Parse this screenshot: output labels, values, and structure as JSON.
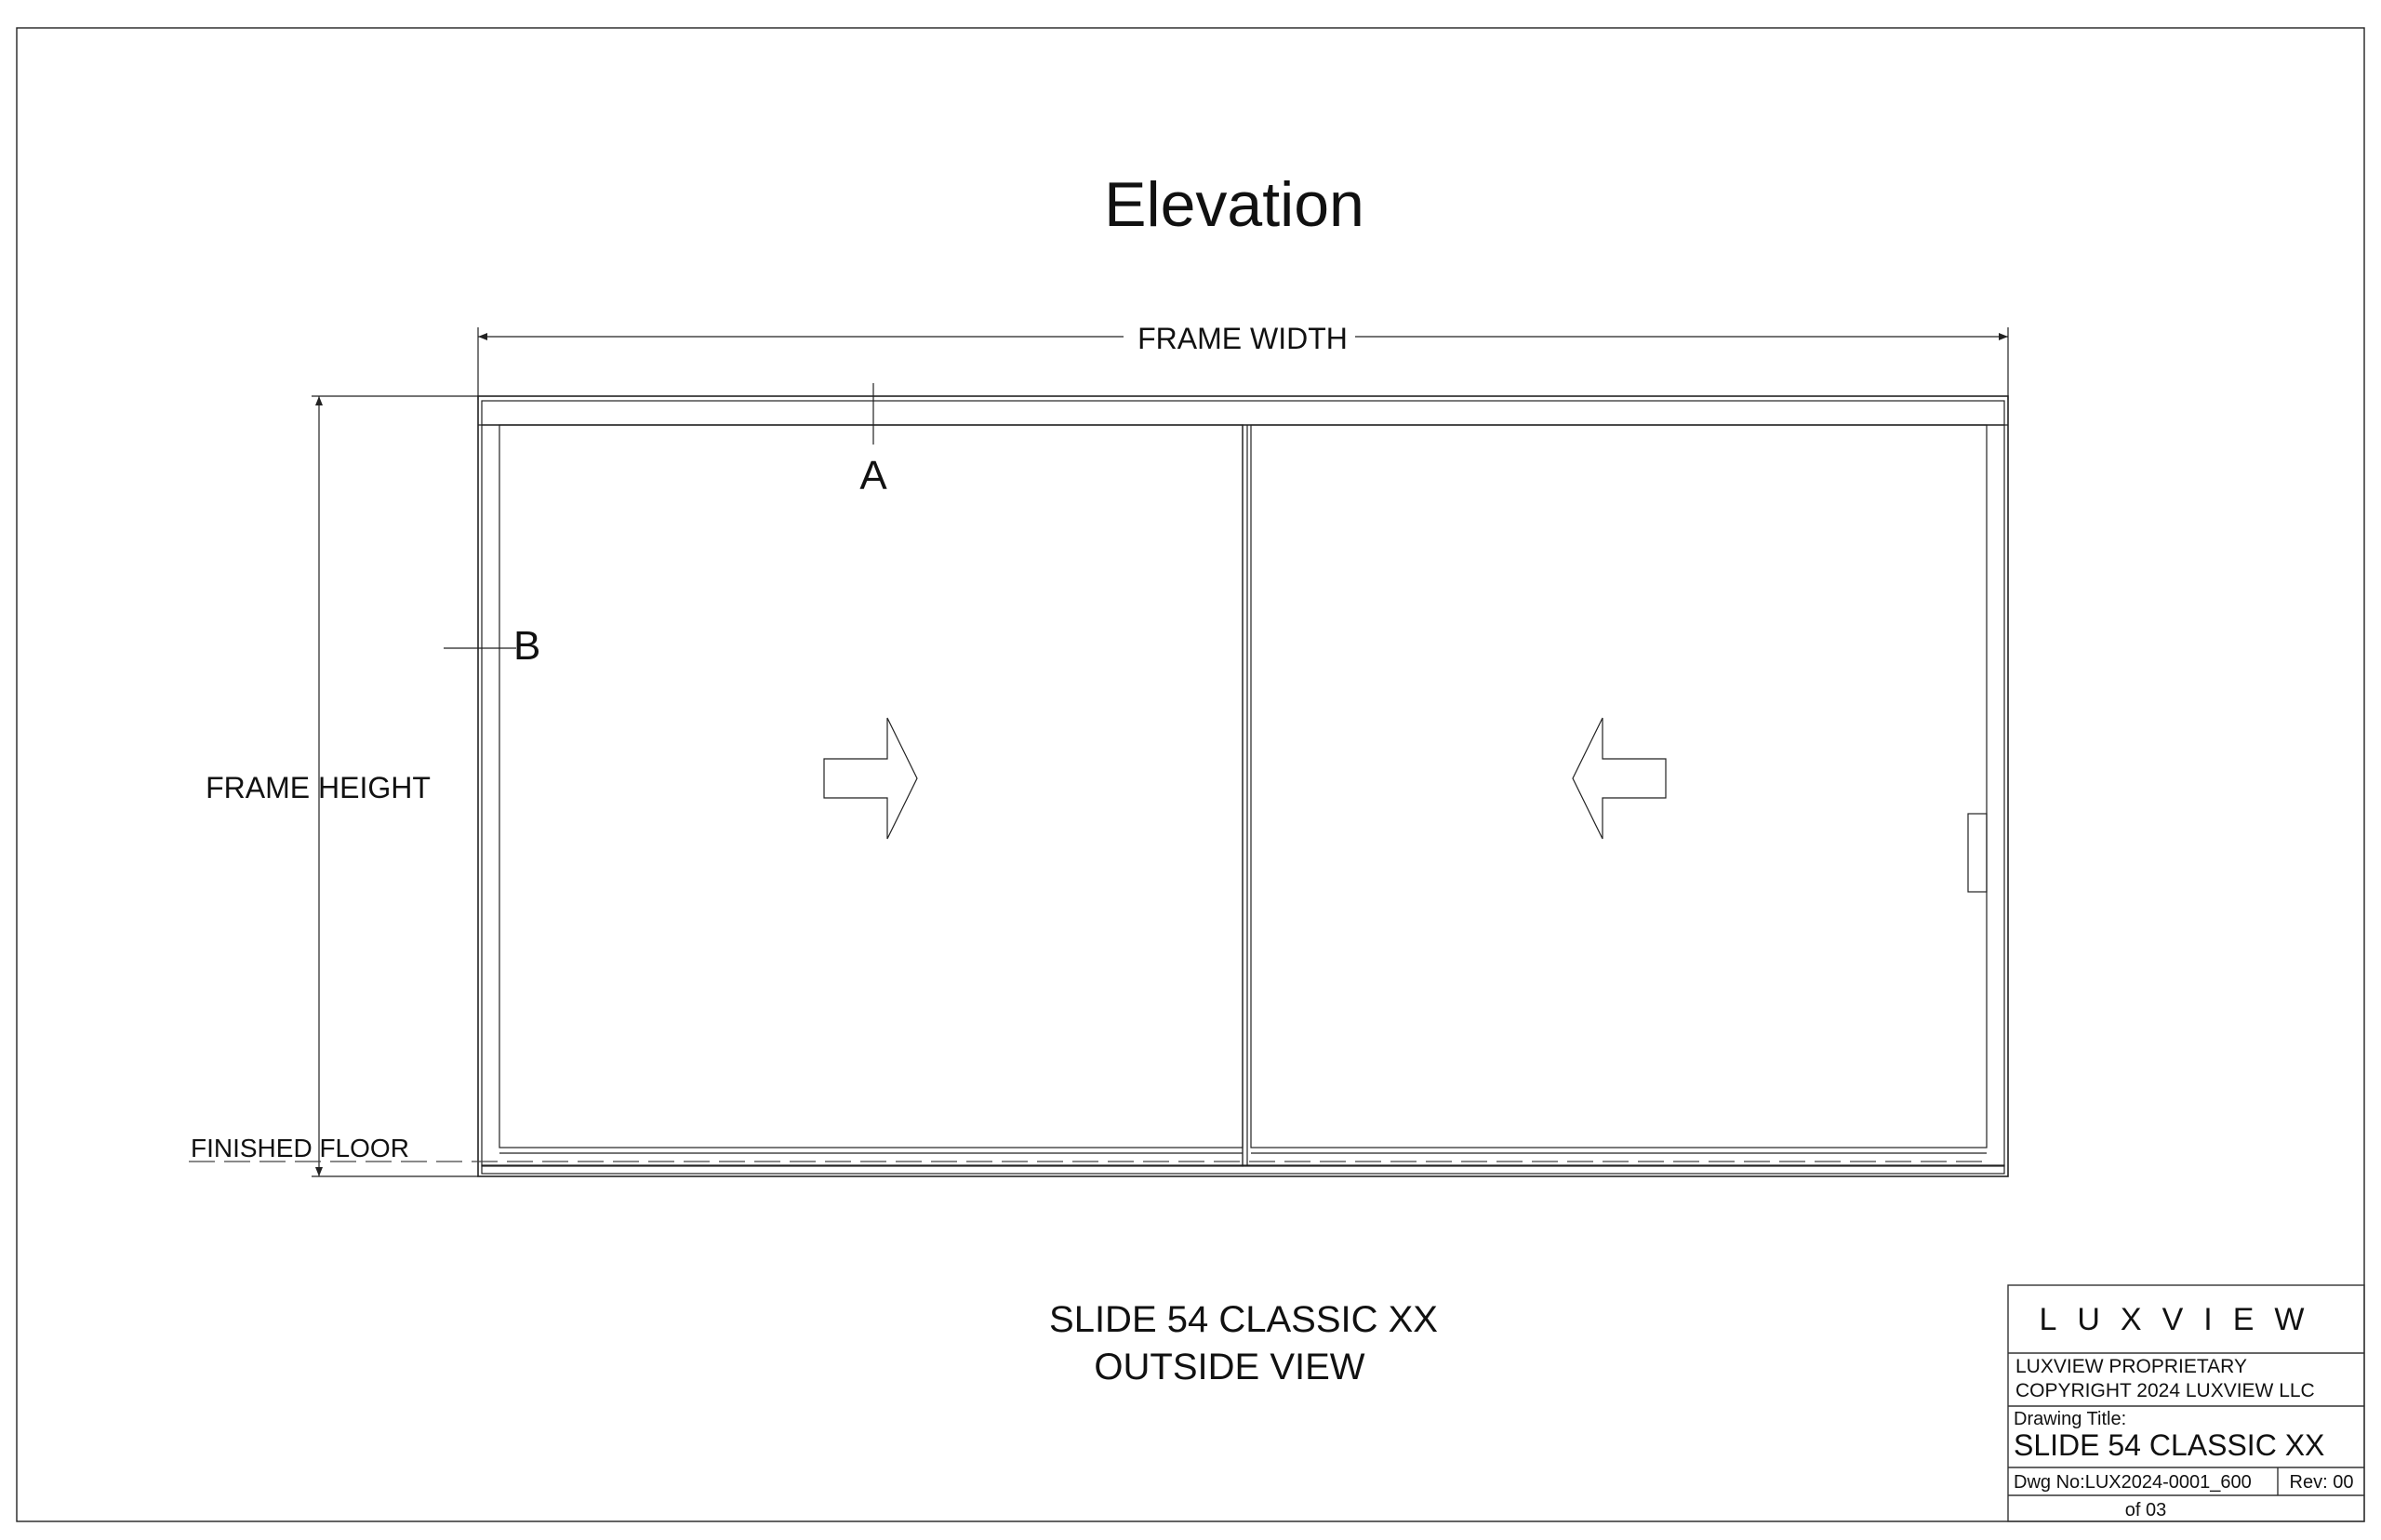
{
  "drawing": {
    "title": "Elevation",
    "dimension_width": "FRAME WIDTH",
    "dimension_height": "FRAME HEIGHT",
    "finished_floor": "FINISHED FLOOR",
    "section_a": "A",
    "section_b": "B",
    "caption_line1": "SLIDE 54 CLASSIC XX",
    "caption_line2": "OUTSIDE VIEW"
  },
  "title_block": {
    "logo": "LUXVIEW",
    "proprietary": "LUXVIEW PROPRIETARY",
    "copyright": "COPYRIGHT 2024 LUXVIEW LLC",
    "drawing_title_label": "Drawing Title:",
    "drawing_title": "SLIDE 54 CLASSIC XX",
    "dwg_no": "Dwg No:LUX2024-0001_600",
    "rev": "Rev: 00",
    "sheet": "of 03"
  }
}
